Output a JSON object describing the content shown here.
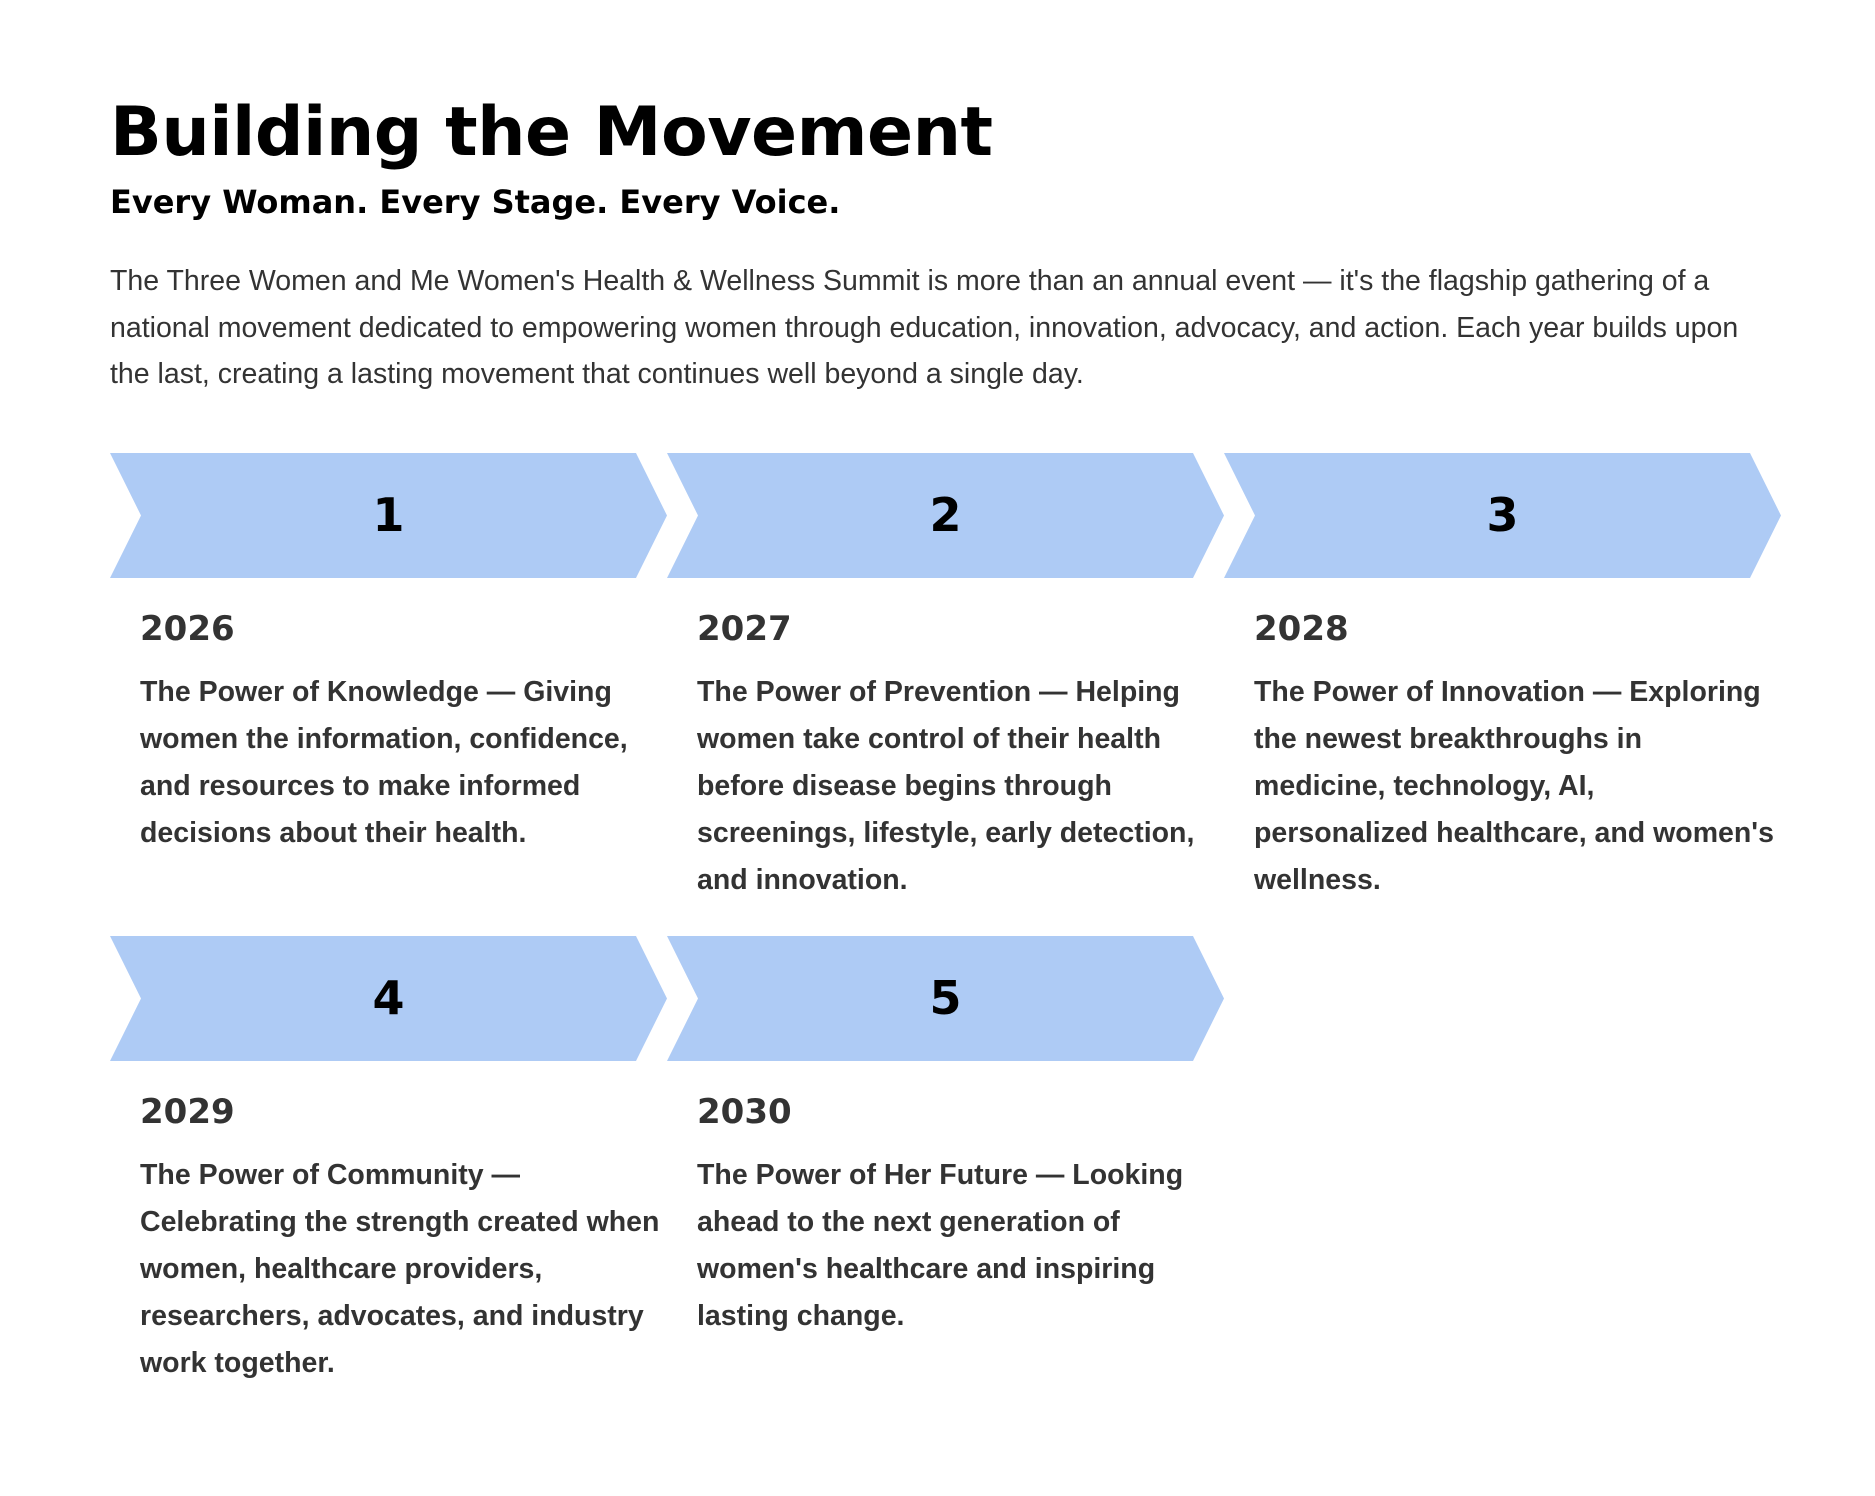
{
  "header": {
    "title": "Building the Movement",
    "subtitle": "Every Woman. Every Stage. Every Voice.",
    "intro": "The Three Women and Me Women's Health & Wellness Summit is more than an annual event — it's the flagship gathering of a national movement dedicated to empowering women through education, innovation, advocacy, and action. Each year builds upon the last, creating a lasting movement that continues well beyond a single day."
  },
  "colors": {
    "chevron": "#aecbf5",
    "text_dark": "#333333",
    "title": "#000000"
  },
  "steps": [
    {
      "number": "1",
      "year": "2026",
      "description": "The Power of Knowledge — Giving women the information, confidence, and resources to make informed decisions about their health."
    },
    {
      "number": "2",
      "year": "2027",
      "description": "The Power of Prevention — Helping women take control of their health before disease begins through screenings, lifestyle, early detection, and innovation."
    },
    {
      "number": "3",
      "year": "2028",
      "description": "The Power of Innovation — Exploring the newest breakthroughs in medicine, technology, AI, personalized healthcare, and women's wellness."
    },
    {
      "number": "4",
      "year": "2029",
      "description": "The Power of Community — Celebrating the strength created when women, healthcare providers, researchers, advocates, and industry work together."
    },
    {
      "number": "5",
      "year": "2030",
      "description": "The Power of Her Future — Looking ahead to the next generation of women's healthcare and inspiring lasting change."
    }
  ]
}
